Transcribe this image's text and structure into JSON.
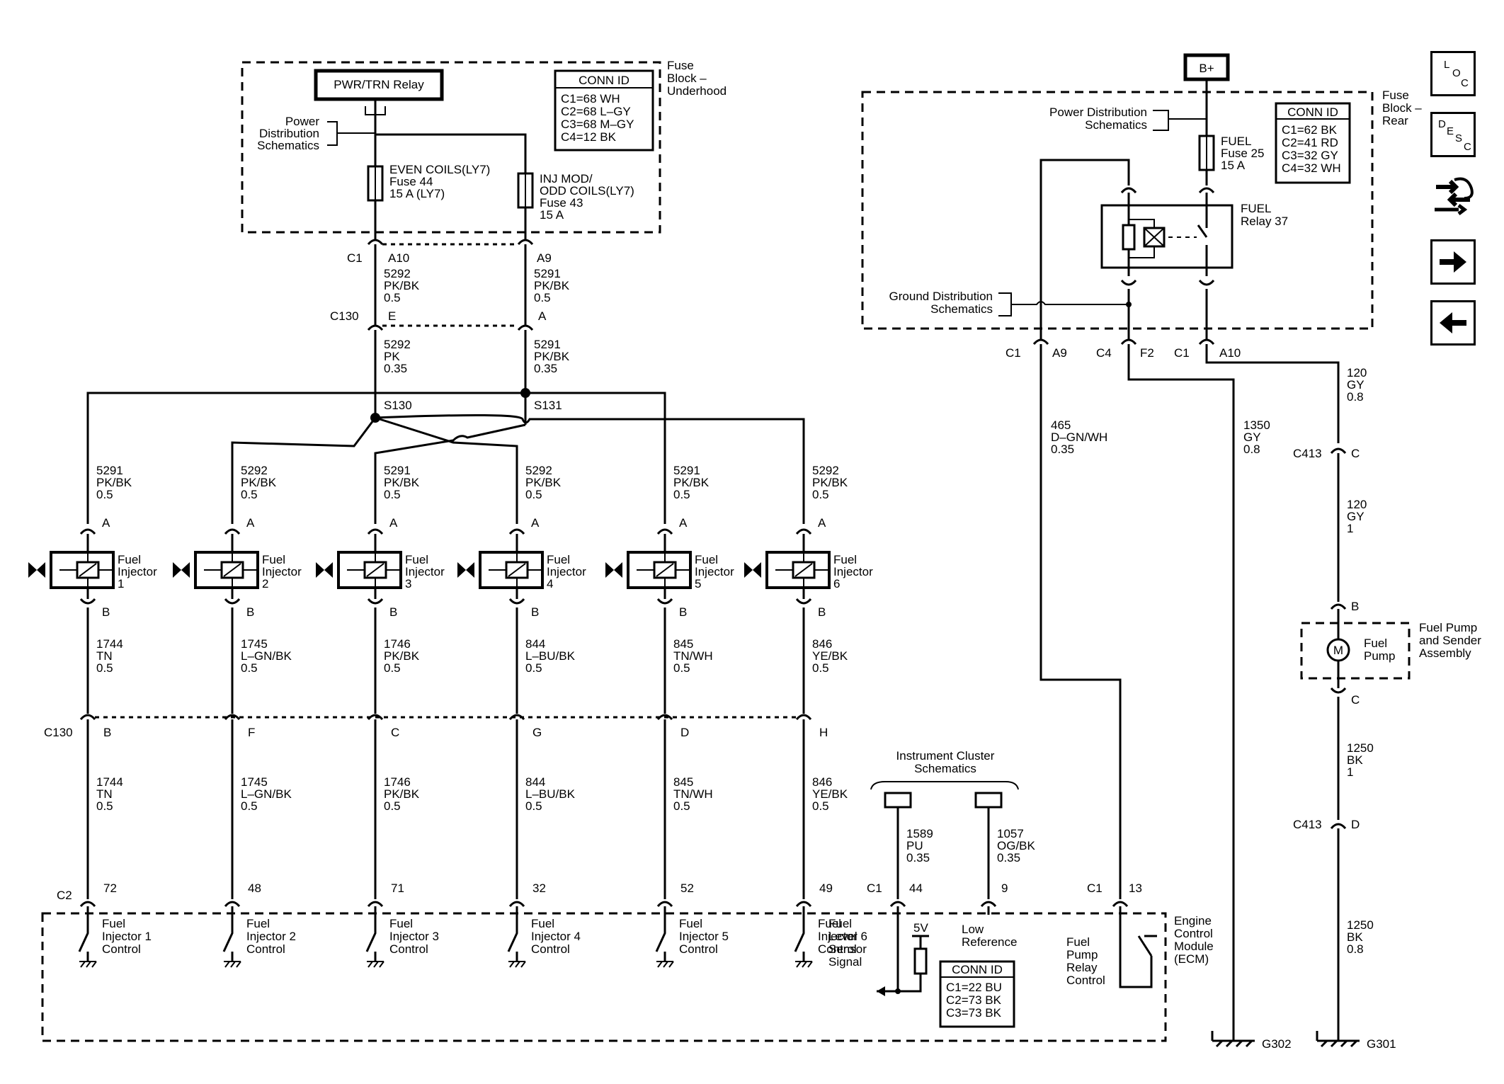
{
  "fuse_block_underhood": {
    "title_line1": "Fuse",
    "title_line2": "Block –",
    "title_line3": "Underhood",
    "relay_label": "PWR/TRN Relay",
    "power_dist_line1": "Power",
    "power_dist_line2": "Distribution",
    "power_dist_line3": "Schematics",
    "fuse44_line1": "EVEN COILS(LY7)",
    "fuse44_line2": "Fuse 44",
    "fuse44_line3": "15 A (LY7)",
    "fuse43_line1": "INJ MOD/",
    "fuse43_line2": "ODD COILS(LY7)",
    "fuse43_line3": "Fuse 43",
    "fuse43_line4": "15 A",
    "conn_id_title": "CONN ID",
    "conn_ids": [
      "C1=68 WH",
      "C2=68 L–GY",
      "C3=68 M–GY",
      "C4=12 BK"
    ]
  },
  "feed": {
    "c1": "C1",
    "a10": "A10",
    "a9": "A9",
    "c130": "C130",
    "e": "E",
    "a": "A",
    "w5292_top": [
      "5292",
      "PK/BK",
      "0.5"
    ],
    "w5291_top": [
      "5291",
      "PK/BK",
      "0.5"
    ],
    "w5292_mid": [
      "5292",
      "PK",
      "0.35"
    ],
    "w5291_mid": [
      "5291",
      "PK/BK",
      "0.35"
    ],
    "s130": "S130",
    "s131": "S131"
  },
  "injectors": [
    {
      "name1": "Fuel",
      "name2": "Injector",
      "num": "1",
      "pin_a": "A",
      "pin_b": "B",
      "feed": [
        "5291",
        "PK/BK",
        "0.5"
      ],
      "ctrl": [
        "1744",
        "TN",
        "0.5"
      ],
      "c130_pin": "B",
      "lower": [
        "1744",
        "TN",
        "0.5"
      ],
      "ecm_pin": "72",
      "ecm1": "Fuel",
      "ecm2": "Injector 1",
      "ecm3": "Control"
    },
    {
      "name1": "Fuel",
      "name2": "Injector",
      "num": "2",
      "pin_a": "A",
      "pin_b": "B",
      "feed": [
        "5292",
        "PK/BK",
        "0.5"
      ],
      "ctrl": [
        "1745",
        "L–GN/BK",
        "0.5"
      ],
      "c130_pin": "F",
      "lower": [
        "1745",
        "L–GN/BK",
        "0.5"
      ],
      "ecm_pin": "48",
      "ecm1": "Fuel",
      "ecm2": "Injector 2",
      "ecm3": "Control"
    },
    {
      "name1": "Fuel",
      "name2": "Injector",
      "num": "3",
      "pin_a": "A",
      "pin_b": "B",
      "feed": [
        "5291",
        "PK/BK",
        "0.5"
      ],
      "ctrl": [
        "1746",
        "PK/BK",
        "0.5"
      ],
      "c130_pin": "C",
      "lower": [
        "1746",
        "PK/BK",
        "0.5"
      ],
      "ecm_pin": "71",
      "ecm1": "Fuel",
      "ecm2": "Injector 3",
      "ecm3": "Control"
    },
    {
      "name1": "Fuel",
      "name2": "Injector",
      "num": "4",
      "pin_a": "A",
      "pin_b": "B",
      "feed": [
        "5292",
        "PK/BK",
        "0.5"
      ],
      "ctrl": [
        "844",
        "L–BU/BK",
        "0.5"
      ],
      "c130_pin": "G",
      "lower": [
        "844",
        "L–BU/BK",
        "0.5"
      ],
      "ecm_pin": "32",
      "ecm1": "Fuel",
      "ecm2": "Injector 4",
      "ecm3": "Control"
    },
    {
      "name1": "Fuel",
      "name2": "Injector",
      "num": "5",
      "pin_a": "A",
      "pin_b": "B",
      "feed": [
        "5291",
        "PK/BK",
        "0.5"
      ],
      "ctrl": [
        "845",
        "TN/WH",
        "0.5"
      ],
      "c130_pin": "D",
      "lower": [
        "845",
        "TN/WH",
        "0.5"
      ],
      "ecm_pin": "52",
      "ecm1": "Fuel",
      "ecm2": "Injector 5",
      "ecm3": "Control"
    },
    {
      "name1": "Fuel",
      "name2": "Injector",
      "num": "6",
      "pin_a": "A",
      "pin_b": "B",
      "feed": [
        "5292",
        "PK/BK",
        "0.5"
      ],
      "ctrl": [
        "846",
        "YE/BK",
        "0.5"
      ],
      "c130_pin": "H",
      "lower": [
        "846",
        "YE/BK",
        "0.5"
      ],
      "ecm_pin": "49",
      "ecm1": "Fuel",
      "ecm2": "Injector 6",
      "ecm3": "Control"
    }
  ],
  "c130_label": "C130",
  "c2_label": "C2",
  "instrument_cluster": {
    "line1": "Instrument Cluster",
    "line2": "Schematics",
    "w1589": [
      "1589",
      "PU",
      "0.35"
    ],
    "w1057": [
      "1057",
      "OG/BK",
      "0.35"
    ],
    "c1": "C1",
    "pin44": "44",
    "pin9": "9"
  },
  "ecm": {
    "title1": "Engine",
    "title2": "Control",
    "title3": "Module",
    "title4": "(ECM)",
    "v5": "5V",
    "low_ref1": "Low",
    "low_ref2": "Reference",
    "fls1": "Fuel",
    "fls2": "Level",
    "fls3": "Sensor",
    "fls4": "Signal",
    "fprc1": "Fuel",
    "fprc2": "Pump",
    "fprc3": "Relay",
    "fprc4": "Control",
    "c1": "C1",
    "pin13": "13",
    "conn_id_title": "CONN ID",
    "conn_ids": [
      "C1=22 BU",
      "C2=73 BK",
      "C3=73 BK"
    ]
  },
  "fuse_block_rear": {
    "bplus": "B+",
    "title1": "Fuse",
    "title2": "Block –",
    "title3": "Rear",
    "pds1": "Power Distribution",
    "pds2": "Schematics",
    "gds1": "Ground Distribution",
    "gds2": "Schematics",
    "fuse25_1": "FUEL",
    "fuse25_2": "Fuse 25",
    "fuse25_3": "15 A",
    "relay1": "FUEL",
    "relay2": "Relay 37",
    "conn_id_title": "CONN ID",
    "conn_ids": [
      "C1=62 BK",
      "C2=41 RD",
      "C3=32 GY",
      "C4=32 WH"
    ],
    "c1a": "C1",
    "a9": "A9",
    "c4": "C4",
    "f2": "F2",
    "c1b": "C1",
    "a10": "A10"
  },
  "fuel_pump": {
    "w465": [
      "465",
      "D–GN/WH",
      "0.35"
    ],
    "w1350": [
      "1350",
      "GY",
      "0.8"
    ],
    "w120a": [
      "120",
      "GY",
      "0.8"
    ],
    "c413a": "C413",
    "pin_c_top": "C",
    "w120b": [
      "120",
      "GY",
      "1"
    ],
    "pin_b": "B",
    "motor": "M",
    "pump1": "Fuel",
    "pump2": "Pump",
    "assy1": "Fuel Pump",
    "assy2": "and Sender",
    "assy3": "Assembly",
    "pin_c_bot": "C",
    "w1250a": [
      "1250",
      "BK",
      "1"
    ],
    "c413b": "C413",
    "pin_d": "D",
    "w1250b": [
      "1250",
      "BK",
      "0.8"
    ],
    "g302": "G302",
    "g301": "G301"
  },
  "nav": {
    "loc": [
      "L",
      "O",
      "C"
    ],
    "desc": [
      "D",
      "E",
      "S",
      "C"
    ]
  }
}
